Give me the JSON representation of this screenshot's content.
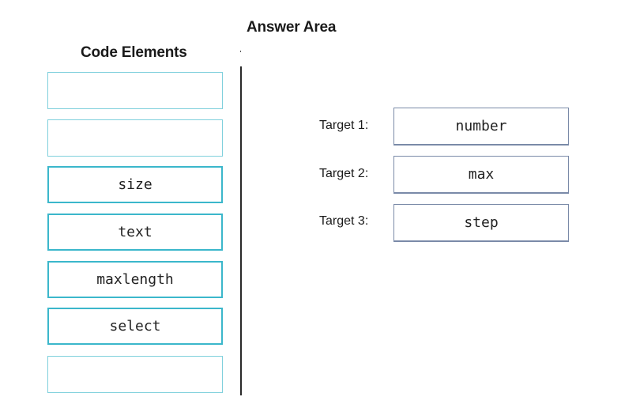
{
  "answer_area": {
    "title": "Answer Area"
  },
  "code_elements": {
    "title": "Code Elements",
    "items": [
      {
        "label": ""
      },
      {
        "label": ""
      },
      {
        "label": "size"
      },
      {
        "label": "text"
      },
      {
        "label": "maxlength"
      },
      {
        "label": "select"
      },
      {
        "label": ""
      }
    ]
  },
  "targets": [
    {
      "label": "Target 1:",
      "value": "number"
    },
    {
      "label": "Target 2:",
      "value": "max"
    },
    {
      "label": "Target 3:",
      "value": "step"
    }
  ],
  "colors": {
    "element_border": "#3bb7cb",
    "empty_slot_border": "#7fd0dc",
    "target_border": "#7a8aa8",
    "divider": "#2a2a2a"
  }
}
